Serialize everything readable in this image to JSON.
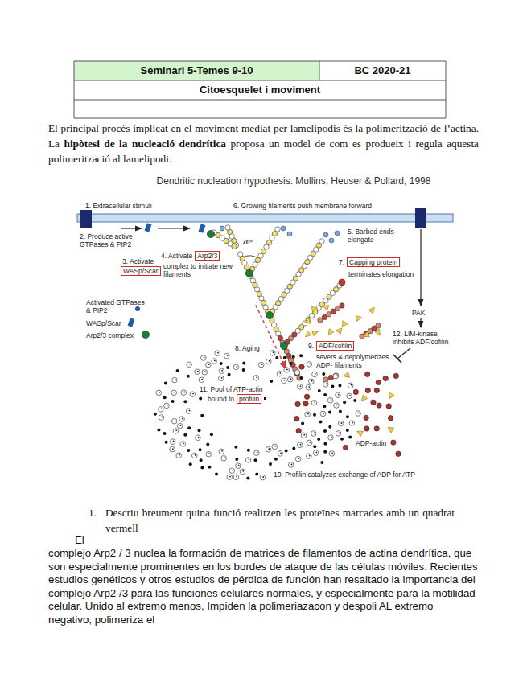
{
  "diagram": {
    "title": "Dendritic nucleation hypothesis. Mullins, Heuser & Pollard, 1998",
    "nodes": [
      {
        "text": [
          "WASp/Scar"
        ]
      },
      {
        "text": [
          "Arp2/3"
        ]
      },
      {
        "text": [
          "Capping protein"
        ]
      },
      {
        "text": [
          "ADF/cofilin"
        ]
      },
      {
        "text": [
          "profilin"
        ]
      }
    ],
    "labels": [
      "Seminari 5-Temes 9-10",
      "BC 2020-21",
      "Citoesquelet i moviment",
      "El principal procés implicat en el moviment mediat per lamelipodis és la polimerització de l’actina. La",
      "hipòtesi de la nucleació dendrítica",
      "proposa un model de com es produeix i regula aquesta polimerització al lamelipodi.",
      "1. Extracellular stimuli",
      "6. Growing filaments push membrane forward",
      "2. Produce active GTPases & PIP2",
      "5. Barbed ends elongate",
      "70°",
      "3. Activate",
      "4. Activate",
      "complex to initiate new filaments",
      "7.",
      "terminates elongation",
      "PAK",
      "12. LIM-kinase inhibits ADF/cofilin",
      "8. Aging",
      "9.",
      "severs & depolymerizes ADP- filaments",
      "11. Pool of ATP-actin",
      "bound to",
      "ADP-actin",
      "10. Profilin catalyzes exchange of ADP for ATP",
      "1.",
      "Descriu breument quina funció realitzen les proteïnes marcades amb un quadrat vermell",
      "El",
      "complejo Arp2 / 3 nuclea la formación de matrices de filamentos de actina dendrítica, que son especialmente prominentes en los bordes de ataque de las células móviles. Recientes estudios genéticos y otros estudios de pérdida de función han resaltado la importancia del complejo Arp2 /3 para las funciones celulares normales, y especialmente para la motilidad celular. Unido al extremo menos, Impiden la polimeriazacon y despoli AL extremo negativo, polimeriza el"
    ],
    "legend": [
      {
        "text": "Activated GTPases & PIP2",
        "color": "#2a4fb5"
      },
      {
        "text": "WASp/Scar",
        "color": "#1f5fa8"
      },
      {
        "text": "Arp2/3 complex",
        "color": "#1e7b3c"
      }
    ]
  }
}
